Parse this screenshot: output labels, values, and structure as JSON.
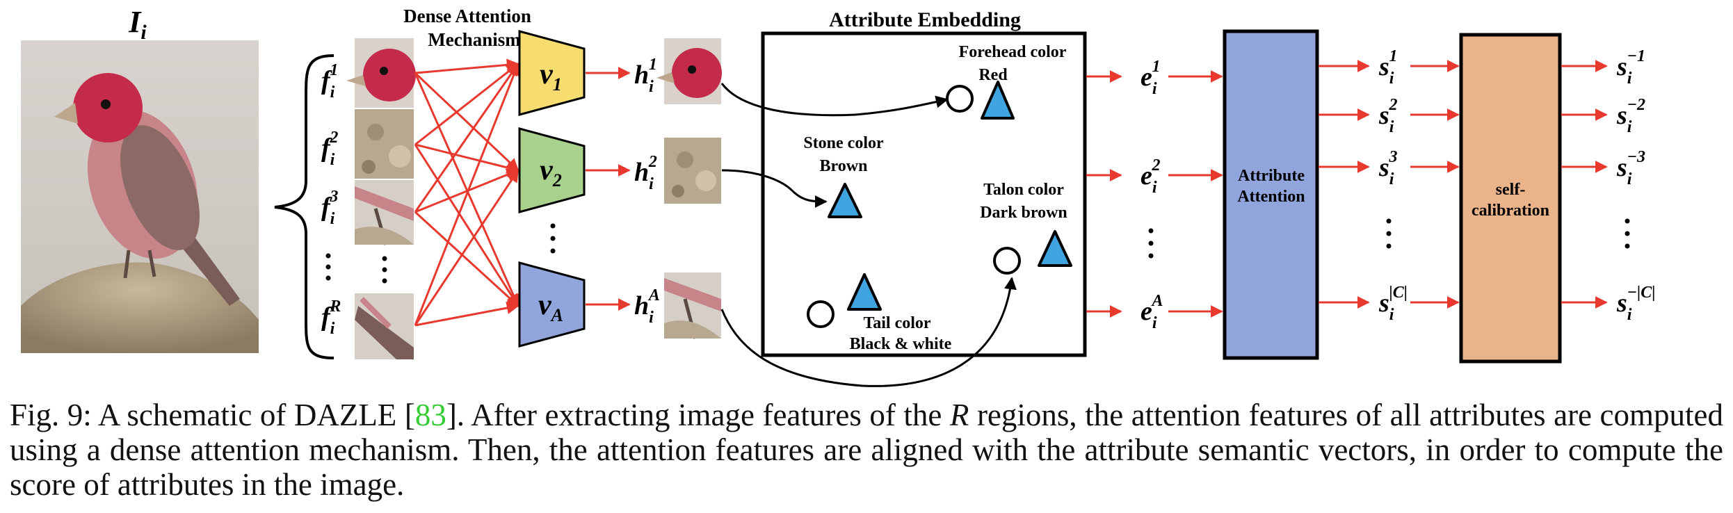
{
  "diagram": {
    "image_label": "I",
    "image_label_sub": "i",
    "dense_attention_line1": "Dense Attention",
    "dense_attention_line2": "Mechanism",
    "region_features": [
      {
        "base": "f",
        "sub": "i",
        "sup": "1"
      },
      {
        "base": "f",
        "sub": "i",
        "sup": "2"
      },
      {
        "base": "f",
        "sub": "i",
        "sup": "3"
      },
      {
        "base": "f",
        "sub": "i",
        "sup": "R"
      }
    ],
    "attention_nets": [
      {
        "base": "v",
        "sub": "1",
        "color": "#f7dc6f"
      },
      {
        "base": "v",
        "sub": "2",
        "color": "#a9d18e"
      },
      {
        "base": "v",
        "sub": "A",
        "color": "#8fa5db"
      }
    ],
    "attention_features": [
      {
        "base": "h",
        "sub": "i",
        "sup": "1"
      },
      {
        "base": "h",
        "sub": "i",
        "sup": "2"
      },
      {
        "base": "h",
        "sub": "i",
        "sup": "A"
      }
    ],
    "embedding_title": "Attribute Embedding",
    "embedding_labels": {
      "forehead": [
        "Forehead color",
        "Red"
      ],
      "stone": [
        "Stone color",
        "Brown"
      ],
      "talon": [
        "Talon color",
        "Dark brown"
      ],
      "tail": [
        "Tail color",
        "Black & white"
      ]
    },
    "embedding_vectors": [
      {
        "base": "e",
        "sub": "i",
        "sup": "1"
      },
      {
        "base": "e",
        "sub": "i",
        "sup": "2"
      },
      {
        "base": "e",
        "sub": "i",
        "sup": "A"
      }
    ],
    "attribute_attention_line1": "Attribute",
    "attribute_attention_line2": "Attention",
    "attribute_attention_color": "#8fa5db",
    "scores": [
      {
        "base": "s",
        "sub": "i",
        "sup": "1"
      },
      {
        "base": "s",
        "sub": "i",
        "sup": "2"
      },
      {
        "base": "s",
        "sub": "i",
        "sup": "3"
      },
      {
        "base": "s",
        "sub": "i",
        "sup": "|C|"
      }
    ],
    "self_calibration_line1": "self-",
    "self_calibration_line2": "calibration",
    "self_calibration_color": "#eab38a",
    "calibrated_scores": [
      {
        "base": "s",
        "sub": "i",
        "sup": "−1"
      },
      {
        "base": "s",
        "sub": "i",
        "sup": "−2"
      },
      {
        "base": "s",
        "sub": "i",
        "sup": "−3"
      },
      {
        "base": "s",
        "sub": "i",
        "sup": "−|C|"
      }
    ],
    "arrow_color": "#e8392f",
    "triangle_color": "#3fa4e0"
  },
  "caption": {
    "prefix": "Fig. 9: A schematic of DAZLE [",
    "ref": "83",
    "middle": "]. After extracting image features of the ",
    "var": "R",
    "suffix": " regions, the attention features of all attributes are computed using a dense attention mechanism. Then, the attention features are aligned with the attribute semantic vectors, in order to compute the score of attributes in the image."
  }
}
